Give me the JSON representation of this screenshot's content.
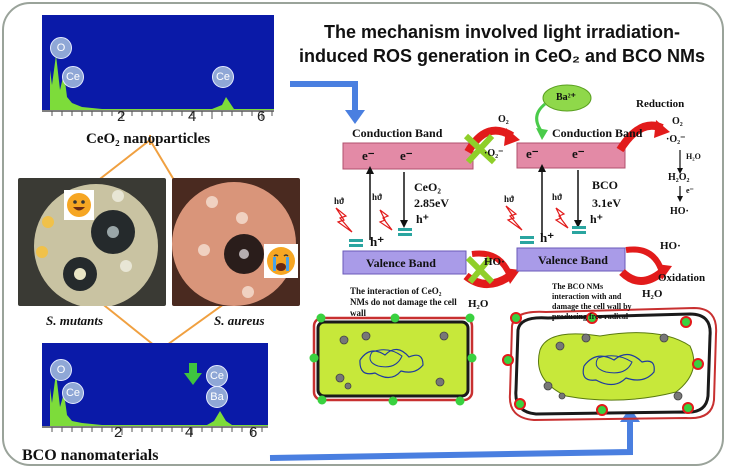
{
  "headline": {
    "line1": "The mechanism involved light irradiation-",
    "line2": "induced ROS generation in CeO₂ and BCO NMs"
  },
  "spectrum_top": {
    "peaks": [
      "O",
      "Ce",
      "Ce"
    ],
    "ticks": [
      "2",
      "4",
      "6"
    ],
    "caption": "CeO₂ nanoparticles"
  },
  "spectrum_bottom": {
    "peaks": [
      "O",
      "Ce",
      "Ce",
      "Ba"
    ],
    "ticks": [
      "2",
      "4",
      "6"
    ],
    "caption": "BCO nanomaterials"
  },
  "photos": {
    "left_caption": "S. mutants",
    "right_caption": "S. aureus"
  },
  "ceo2_scheme": {
    "conduction_band": "Conduction Band",
    "valence_band": "Valence Band",
    "electron": "e⁻",
    "hole": "h⁺",
    "photon": "hϑ",
    "material": "CeO₂",
    "band_gap": "2.85eV",
    "o2": "O₂",
    "superoxide": "·O₂⁻",
    "hydroxyl": "HO·",
    "water": "H₂O",
    "note": "The interaction of CeO₂ NMs do not damage the cell wall"
  },
  "bco_scheme": {
    "dopant": "Ba²⁺",
    "conduction_band": "Conduction Band",
    "valence_band": "Valence Band",
    "electron": "e⁻",
    "hole": "h⁺",
    "photon": "hϑ",
    "material": "BCO",
    "band_gap": "3.1eV",
    "reduction": "Reduction",
    "oxidation": "Oxidation",
    "o2": "O₂",
    "superoxide": "·O₂⁻",
    "h2o_small": "H₂O",
    "h2o2": "H₂O₂",
    "e_small": "e⁻",
    "ho_radical": "HO·",
    "hydroxyl": "HO·",
    "water": "H₂O",
    "note": "The BCO NMs interaction with and damage the cell wall by producing free radical"
  },
  "colors": {
    "spectrum_bg": "#0a1aa8",
    "spectrum_fill": "#7ddc3a",
    "band_pink": "#e38aa6",
    "band_purple": "#a99be8",
    "arrow_red": "#e21b1b",
    "arrow_blue": "#4a7fe0",
    "connector_orange": "#f0a040",
    "cell_yellow": "#c7e83a"
  },
  "icons": [
    "happy-emoji-icon",
    "crying-emoji-icon",
    "green-down-arrow-icon",
    "red-cross-icon",
    "lightning-icon"
  ]
}
